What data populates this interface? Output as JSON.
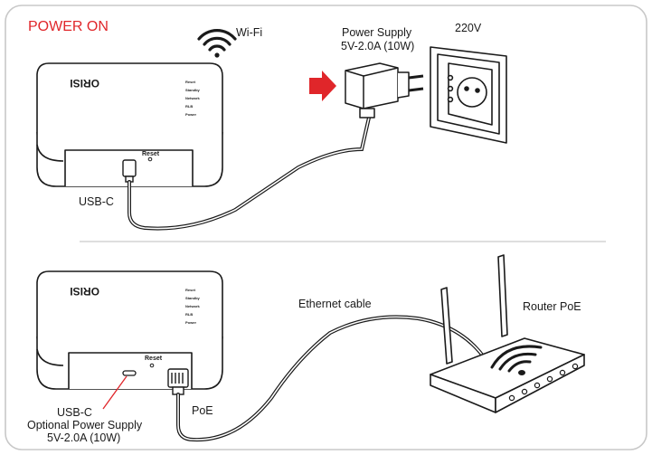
{
  "section_title": "POWER ON",
  "top": {
    "wifi_label": "Wi-Fi",
    "power_supply_label": "Power Supply",
    "power_supply_spec": "5V-2.0A (10W)",
    "mains_label": "220V",
    "usb_label": "USB-C",
    "reset_label": "Reset"
  },
  "bottom": {
    "ethernet_label": "Ethernet cable",
    "router_label": "Router PoE",
    "poe_label": "PoE",
    "usb_label": "USB-C",
    "optional_label": "Optional Power Supply",
    "optional_spec": "5V-2.0A (10W)",
    "reset_label": "Reset"
  },
  "device": {
    "logo": "ORISI",
    "leds": [
      "Reset",
      "Standby",
      "Network",
      "RLB",
      "Power"
    ]
  },
  "colors": {
    "accent": "#e0262a",
    "line": "#1a1a1a",
    "frame": "#c8c8c8"
  }
}
